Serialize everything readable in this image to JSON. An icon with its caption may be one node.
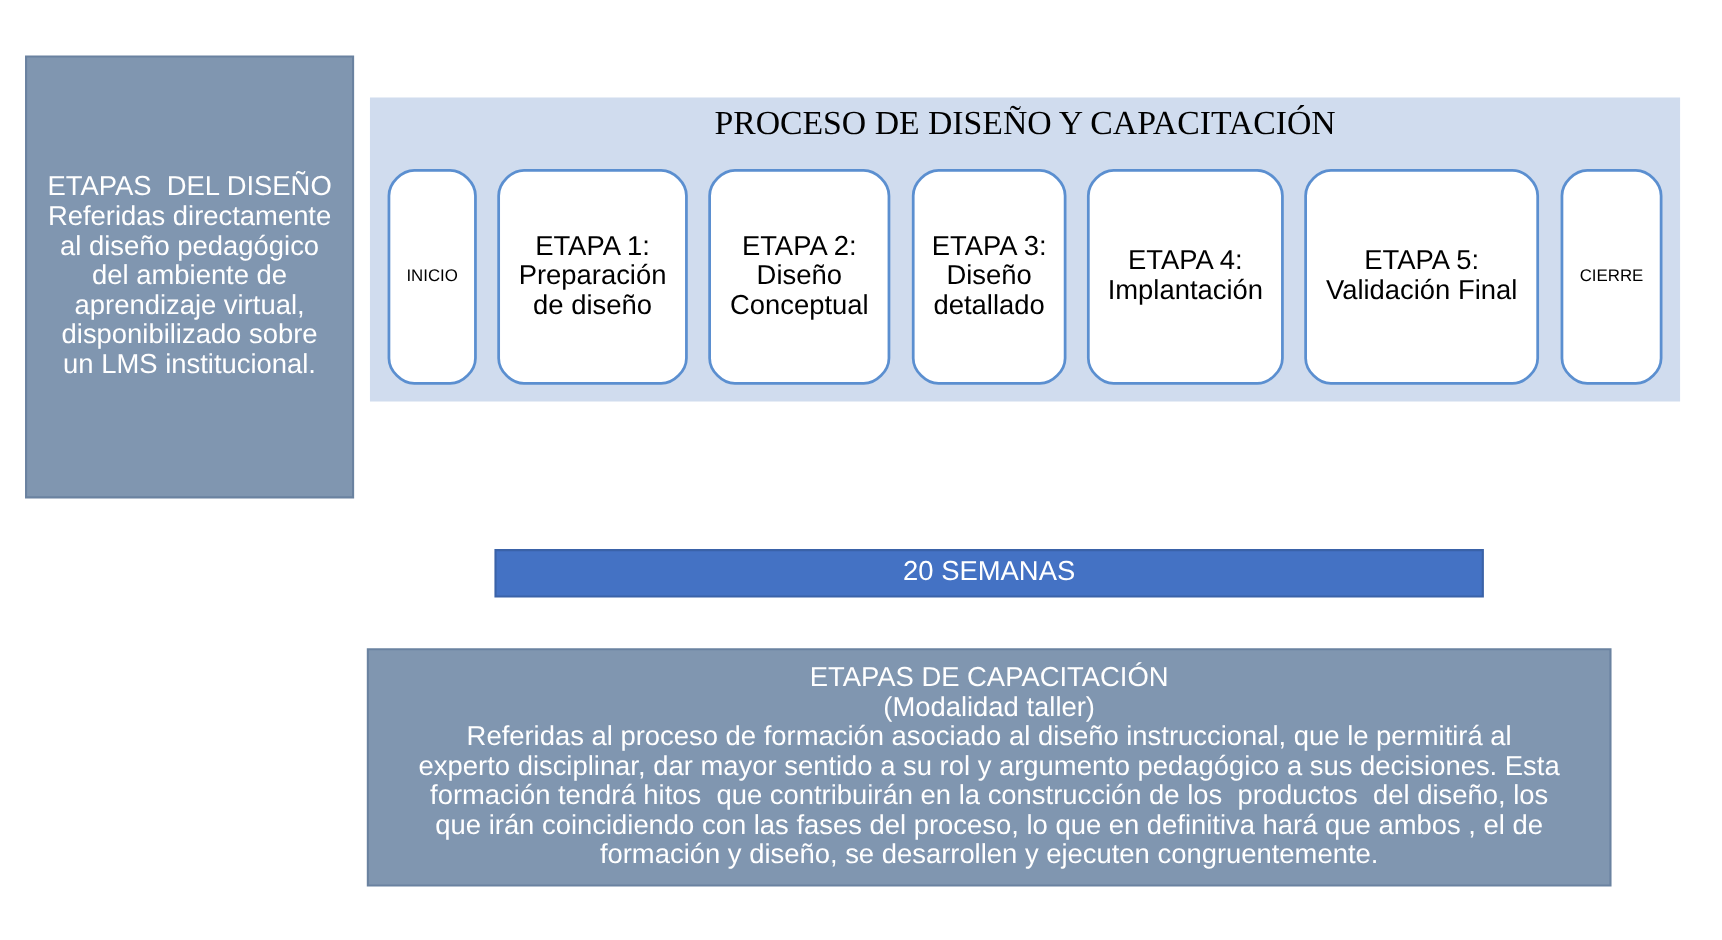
{
  "diagram": {
    "nodes": [
      {
        "text": [
          "ETAPAS  DEL DISEÑO",
          "Referidas directamente al diseño pedagógico del ambiente de aprendizaje virtual, disponibilizado sobre un LMS institucional."
        ]
      },
      {
        "text": [
          "PROCESO DE DISEÑO Y CAPACITACIÓN"
        ]
      },
      {
        "text": [
          "INICIO"
        ],
        "in": 1
      },
      {
        "text": [
          "ETAPA 1: Preparación de diseño"
        ],
        "in": 1
      },
      {
        "text": [
          "ETAPA 2: Diseño Conceptual"
        ],
        "in": 1
      },
      {
        "text": [
          "ETAPA 3: Diseño detallado"
        ],
        "in": 1
      },
      {
        "text": [
          "ETAPA 4: Implantación"
        ],
        "in": 1
      },
      {
        "text": [
          "ETAPA 5: Validación Final"
        ],
        "in": 1
      },
      {
        "text": [
          "CIERRE"
        ],
        "in": 1
      },
      {
        "text": [
          "20 SEMANAS"
        ]
      },
      {
        "text": [
          "ETAPAS DE CAPACITACIÓN",
          "(Modalidad taller)",
          "Referidas al proceso de formación asociado al diseño instruccional, que le permitirá al  experto disciplinar, dar mayor sentido a su rol y argumento pedagógico a sus decisiones. Esta formación tendrá hitos  que contribuirán en la construcción de los  productos  del diseño, los que irán coincidiendo con las fases del proceso, lo que en definitiva hará que ambos , el de formación y diseño, se desarrollen y ejecuten congruentemente."
        ]
      }
    ],
    "edges": []
  }
}
